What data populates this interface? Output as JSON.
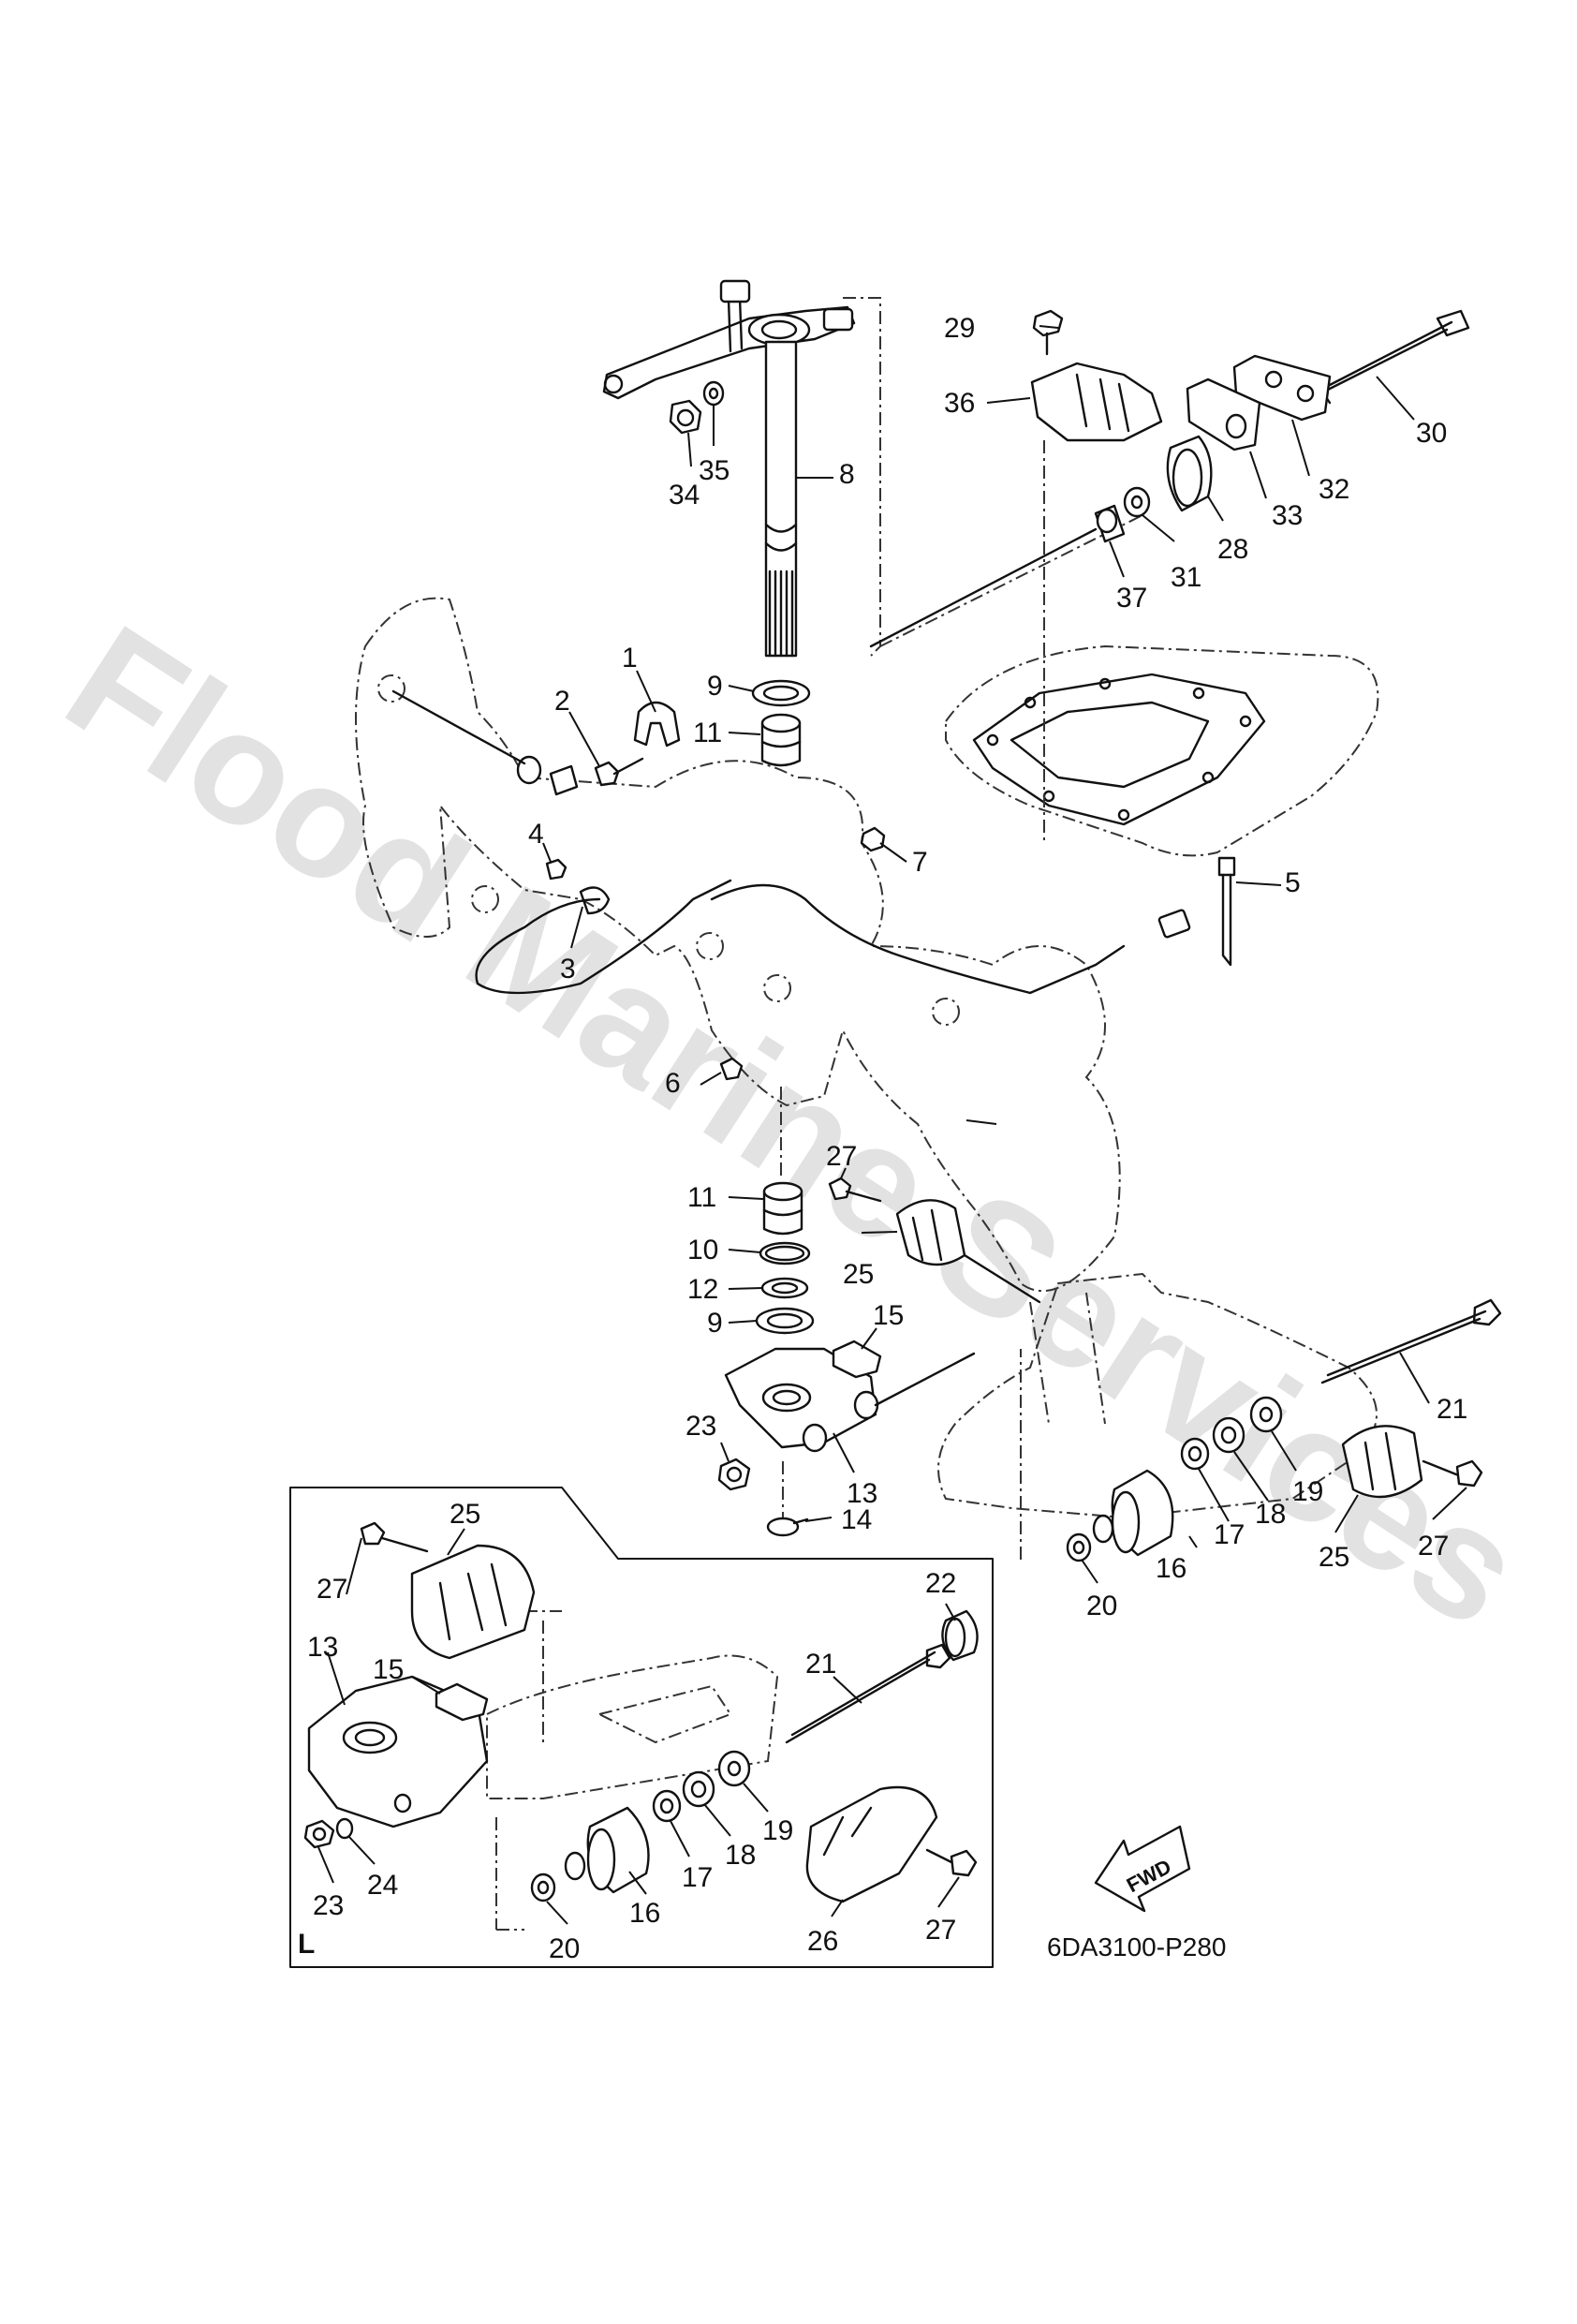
{
  "watermark": "Flood Marine Services",
  "drawing_code": "6DA3100-P280",
  "fwd_label": "FWD",
  "inset_label": "L",
  "callouts": {
    "c1": "1",
    "c2": "2",
    "c3": "3",
    "c4": "4",
    "c5": "5",
    "c6": "6",
    "c7": "7",
    "c8": "8",
    "c9a": "9",
    "c9b": "9",
    "c10": "10",
    "c11a": "11",
    "c11b": "11",
    "c12": "12",
    "c13a": "13",
    "c13b": "13",
    "c14": "14",
    "c15a": "15",
    "c15b": "15",
    "c16a": "16",
    "c16b": "16",
    "c17a": "17",
    "c17b": "17",
    "c18a": "18",
    "c18b": "18",
    "c19a": "19",
    "c19b": "19",
    "c20a": "20",
    "c20b": "20",
    "c21a": "21",
    "c21b": "21",
    "c22": "22",
    "c23a": "23",
    "c23b": "23",
    "c24": "24",
    "c25a": "25",
    "c25b": "25",
    "c25c": "25",
    "c26": "26",
    "c27a": "27",
    "c27b": "27",
    "c27c": "27",
    "c27d": "27",
    "c28": "28",
    "c29": "29",
    "c30": "30",
    "c31": "31",
    "c32": "32",
    "c33": "33",
    "c34": "34",
    "c35": "35",
    "c36": "36",
    "c37": "37"
  }
}
